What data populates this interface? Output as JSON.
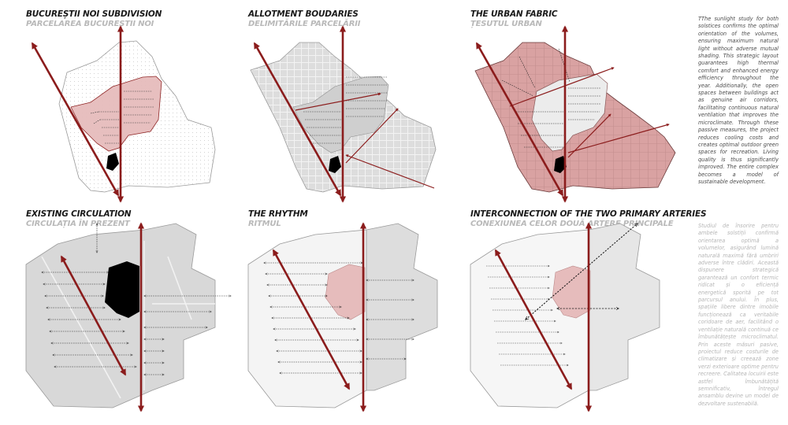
{
  "panels": [
    {
      "title": "BUCUREȘTII NOI SUBDIVISION",
      "subtitle": "PARCELAREA BUCUREȘTII NOI"
    },
    {
      "title": "ALLOTMENT BOUDARIES",
      "subtitle": "DELIMITĂRILE PARCELĂRII"
    },
    {
      "title": "THE URBAN FABRIC",
      "subtitle": "ȚESUTUL URBAN"
    },
    {
      "title": "EXISTING CIRCULATION",
      "subtitle": "CIRCULAȚIA ÎN PREZENT"
    },
    {
      "title": "THE RHYTHM",
      "subtitle": "RITMUL"
    },
    {
      "title": "INTERCONNECTION OF THE TWO PRIMARY ARTERIES",
      "subtitle": "CONEXIUNEA CELOR DOUĂ ARTERE PRINCIPALE"
    }
  ],
  "side_text": {
    "english": "TThe sunlight study for both solstices confirms the optimal orientation of the volumes, ensuring maximum natural light without adverse mutual shading. This strategic layout guarantees high thermal comfort and enhanced energy efficiency throughout the year. Additionally, the open spaces between buildings act as genuine air corridors, facilitating continuous natural ventilation that improves the microclimate. Through these passive measures, the project reduces cooling costs and creates optimal outdoor green spaces for recreation. Living quality is thus significantly improved. The entire complex becomes a model of sustainable development.",
    "romanian": "Studiul de însorire pentru ambele solstiții confirmă orientarea optimă a volumelor, asigurând lumină naturală maximă fără umbriri adverse între clădiri. Această dispunere strategică garantează un confort termic ridicat și o eficiență energetică sporită pe tot parcursul anului. În plus, spațiile libere dintre imobile funcționează ca veritabile coridoare de aer, facilitând o ventilație naturală continuă ce îmbunătățește microclimatul. Prin aceste măsuri pasive, proiectul reduce costurile de climatizare și creează zone verzi exterioare optime pentru recreere. Calitatea locuirii este astfel îmbunătățită semnificativ, întregul ansamblu devine un model de dezvoltare sustenabilă."
  },
  "colors": {
    "artery": "#8b1c1c",
    "highlight": "#e6bcbc",
    "fabric": "#d9a2a2",
    "site_grey": "#dcdcdc",
    "building": "#000000"
  }
}
